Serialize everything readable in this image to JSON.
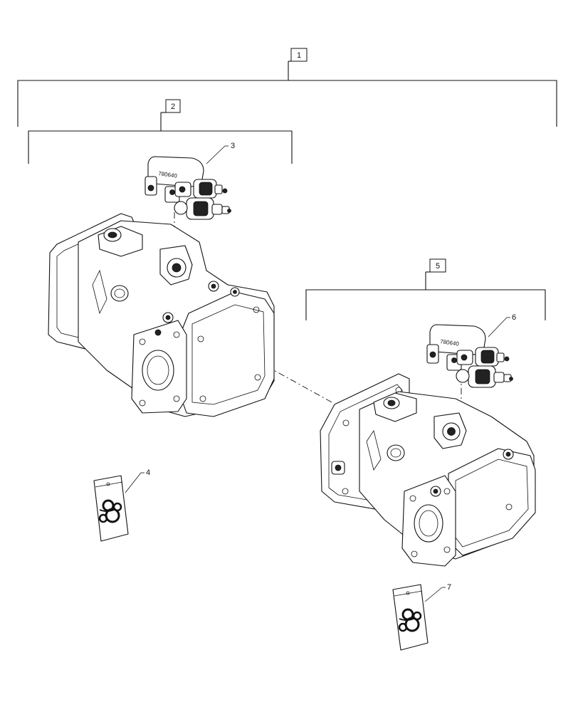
{
  "callouts": [
    {
      "id": "1",
      "label": "1"
    },
    {
      "id": "2",
      "label": "2"
    },
    {
      "id": "3",
      "label": "3"
    },
    {
      "id": "4",
      "label": "4"
    },
    {
      "id": "5",
      "label": "5"
    },
    {
      "id": "6",
      "label": "6"
    },
    {
      "id": "7",
      "label": "7"
    }
  ],
  "valve_marking": {
    "upper": "780640",
    "lower": "780640"
  }
}
